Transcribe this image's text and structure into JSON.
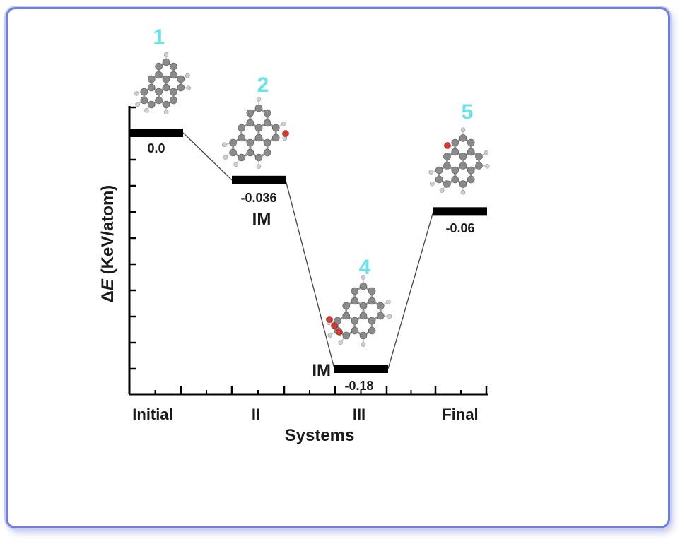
{
  "chart_data": {
    "type": "energy-level-diagram",
    "title": "",
    "xlabel": "Systems",
    "ylabel_prefix": "Δ",
    "ylabel_italic": "E",
    "ylabel_suffix": " (KeV/atom)",
    "categories": [
      "Initial",
      "II",
      "III",
      "Final"
    ],
    "levels": [
      {
        "category": "Initial",
        "value": 0.0,
        "label": "0.0",
        "tag": "",
        "structure": "1"
      },
      {
        "category": "II",
        "value": -0.036,
        "label": "-0.036",
        "tag": "IM",
        "structure": "2"
      },
      {
        "category": "III",
        "value": -0.18,
        "label": "-0.18",
        "tag": "IM",
        "structure": "4"
      },
      {
        "category": "Final",
        "value": -0.06,
        "label": "-0.06",
        "tag": "",
        "structure": "5"
      }
    ],
    "colors": {
      "level": "#000000",
      "connector": "#444444",
      "structure_number": "#6ee0e8",
      "carbon": "#8a8a8a",
      "hydrogen": "#cfcfd6",
      "oxygen": "#d23b2f",
      "frame": "#6f7fe0"
    }
  }
}
